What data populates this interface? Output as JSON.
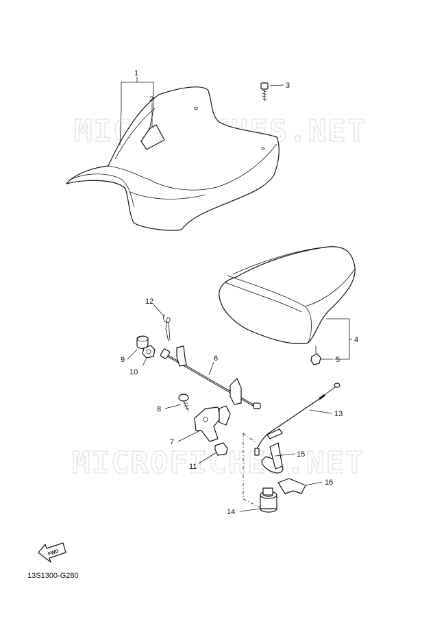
{
  "watermark": "MICROFICHES.NET",
  "diagram_code": "13S1300-G280",
  "fwd_label": "FWD",
  "callouts": {
    "c1": "1",
    "c2": "2",
    "c3": "3",
    "c4": "4",
    "c5": "5",
    "c6": "6",
    "c7": "7",
    "c8": "8",
    "c9": "9",
    "c10": "10",
    "c11": "11",
    "c12": "12",
    "c13": "13",
    "c14": "14",
    "c15": "15",
    "c16": "16"
  }
}
